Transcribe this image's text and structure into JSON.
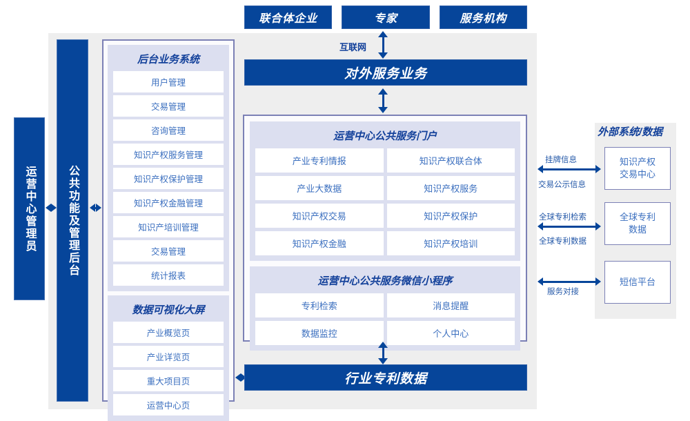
{
  "top_actors": [
    "联合体企业",
    "专家",
    "服务机构"
  ],
  "left_bars": {
    "admin": "运营中心管理员",
    "public": "公共功能及管理后台"
  },
  "internet_label": "互联网",
  "outer_service": "对外服务业务",
  "industry_data": "行业专利数据",
  "left_panel": {
    "groups": [
      {
        "title": "后台业务系统",
        "items": [
          "用户管理",
          "交易管理",
          "咨询管理",
          "知识产权服务管理",
          "知识产权保护管理",
          "知识产权金融管理",
          "知识产培训管理",
          "交易管理",
          "统计报表"
        ]
      },
      {
        "title": "数据可视化大屏",
        "items": [
          "产业概览页",
          "产业详览页",
          "重大项目页",
          "运营中心页"
        ]
      }
    ]
  },
  "center_panel": {
    "groups": [
      {
        "title": "运营中心公共服务门户",
        "items": [
          "产业专利情报",
          "知识产权联合体",
          "产业大数据",
          "知识产权服务",
          "知识产权交易",
          "知识产权保护",
          "知识产权金融",
          "知识产权培训"
        ]
      },
      {
        "title": "运营中心公共服务微信小程序",
        "items": [
          "专利检索",
          "消息提醒",
          "数据监控",
          "个人中心"
        ]
      }
    ]
  },
  "right_panel": {
    "title": "外部系统/数据",
    "boxes": [
      "知识产权\n交易中心",
      "全球专利\n数据",
      "短信平台"
    ],
    "connectors": [
      {
        "above": "挂牌信息",
        "below": "交易公示信息"
      },
      {
        "above": "全球专利检索",
        "below": "全球专利数据"
      },
      {
        "above": "",
        "below": "服务对接"
      }
    ]
  },
  "colors": {
    "brand_blue": "#06459a",
    "panel_lavender": "#dcdff0",
    "container_gray": "#eeeeee",
    "border_purple": "#7b80b5",
    "item_text": "#3b6fbf"
  }
}
